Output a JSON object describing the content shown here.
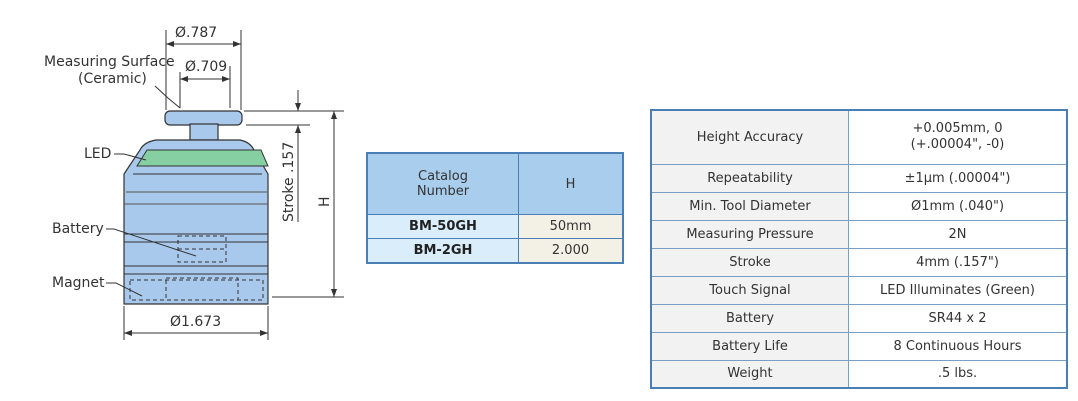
{
  "diagram": {
    "labels": {
      "measuring_surface": "Measuring Surface",
      "ceramic": "(Ceramic)",
      "led": "LED",
      "battery": "Battery",
      "magnet": "Magnet"
    },
    "dimensions": {
      "top_width": "Ø.787",
      "surface_width": "Ø.709",
      "stroke": "Stroke .157",
      "height": "H",
      "base_width": "Ø1.673"
    },
    "colors": {
      "body": "#a9c9ec",
      "body_dark": "#8fb4de",
      "led": "#86cfa3",
      "outline": "#3a3a3a"
    }
  },
  "catalog_table": {
    "headers": [
      "Catalog\nNumber",
      "H"
    ],
    "header_line1": "Catalog",
    "header_line2": "Number",
    "header_h": "H",
    "rows": [
      {
        "model": "BM-50GH",
        "h": "50mm"
      },
      {
        "model": "BM-2GH",
        "h": "2.000"
      }
    ]
  },
  "spec_table": {
    "rows": [
      {
        "key": "Height Accuracy",
        "value_line1": "+0.005mm, 0",
        "value_line2": "(+.00004\", -0)"
      },
      {
        "key": "Repeatability",
        "value": "±1µm (.00004\")"
      },
      {
        "key": "Min. Tool Diameter",
        "value": "Ø1mm (.040\")"
      },
      {
        "key": "Measuring Pressure",
        "value": "2N"
      },
      {
        "key": "Stroke",
        "value": "4mm (.157\")"
      },
      {
        "key": "Touch Signal",
        "value": "LED Illuminates (Green)"
      },
      {
        "key": "Battery",
        "value": "SR44 x 2"
      },
      {
        "key": "Battery Life",
        "value": "8 Continuous Hours"
      },
      {
        "key": "Weight",
        "value": ".5 lbs."
      }
    ]
  }
}
